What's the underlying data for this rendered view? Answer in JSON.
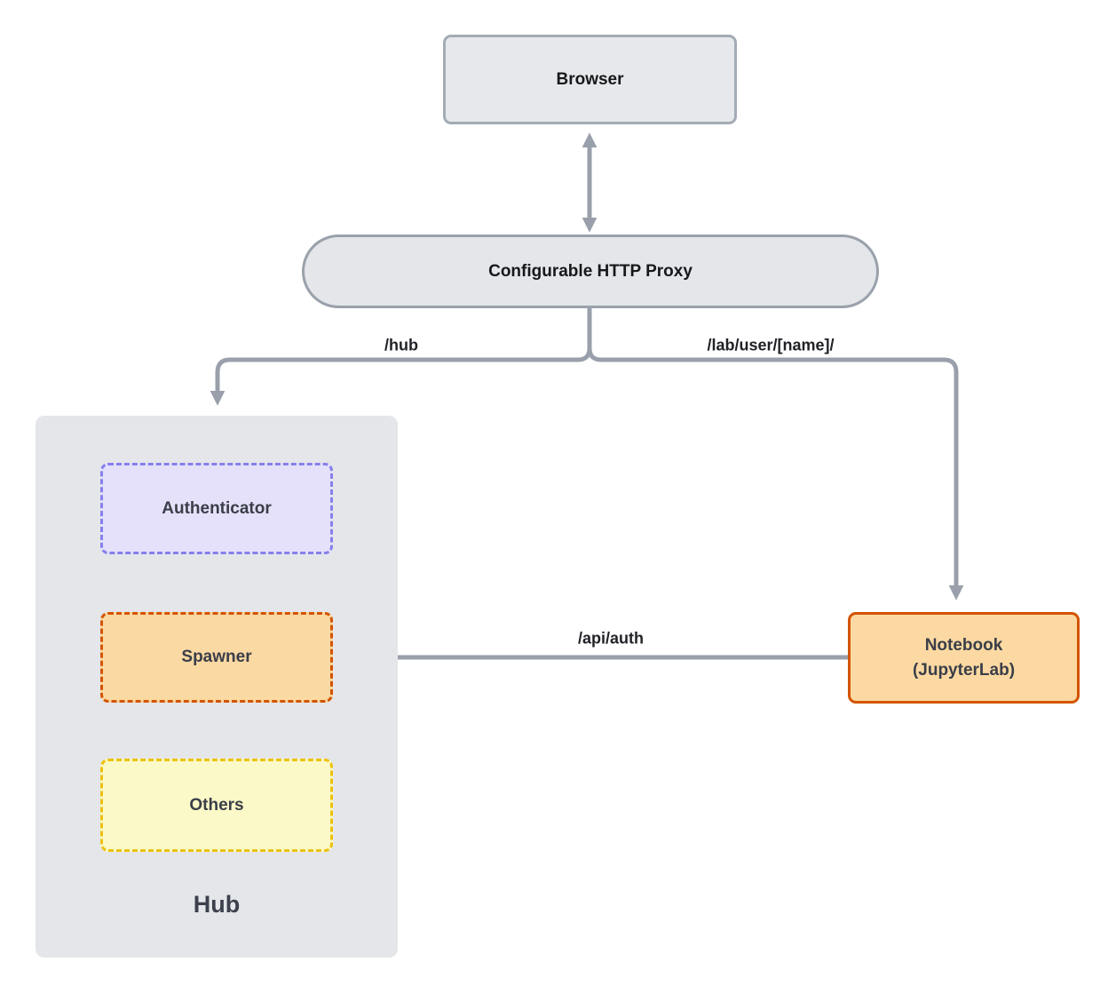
{
  "nodes": {
    "browser": {
      "label": "Browser"
    },
    "proxy": {
      "label": "Configurable HTTP Proxy"
    },
    "hub": {
      "label": "Hub"
    },
    "authenticator": {
      "label": "Authenticator"
    },
    "spawner": {
      "label": "Spawner"
    },
    "others": {
      "label": "Others"
    },
    "notebook": {
      "label": "Notebook",
      "sublabel": "(JupyterLab)"
    }
  },
  "edges": {
    "proxy_to_hub": {
      "label": "/hub"
    },
    "proxy_to_notebook": {
      "label": "/lab/user/[name]/"
    },
    "notebook_to_spawner": {
      "label": "/api/auth"
    }
  },
  "colors": {
    "connector": "#9aa0ab",
    "gray_node_fill": "#e5e7ea",
    "gray_node_border": "#9fa6b0",
    "hub_container_fill": "#e4e6e9",
    "authenticator_fill": "#e5e1fb",
    "authenticator_border": "#8680ec",
    "spawner_fill": "#fbd9a3",
    "spawner_border": "#d35400",
    "others_fill": "#fbf9c7",
    "others_border": "#eec20e",
    "notebook_fill": "#fcd9a2",
    "notebook_border": "#d35400",
    "label_text": "#202227",
    "node_text": "#3a3e48"
  }
}
